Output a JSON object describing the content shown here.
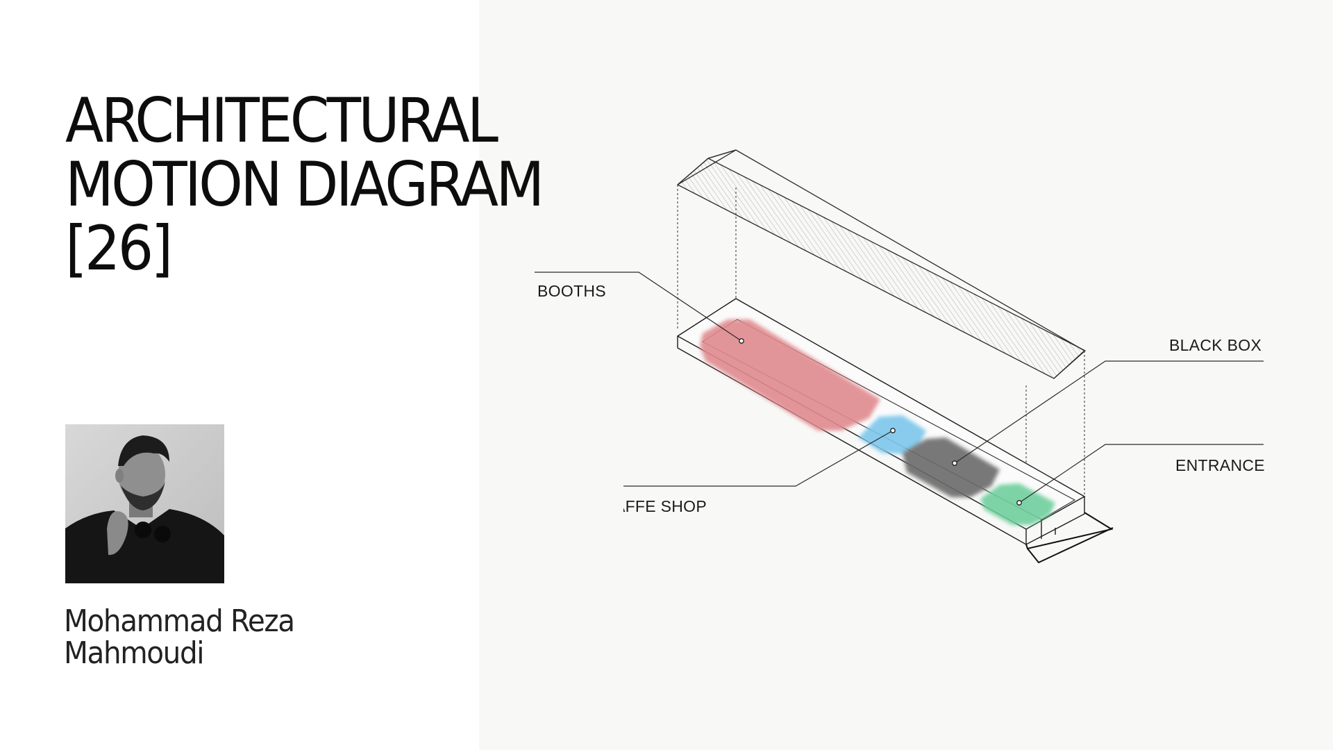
{
  "title": {
    "line1": "ARCHITECTURAL",
    "line2": "MOTION DIAGRAM",
    "line3": "[26]"
  },
  "author": {
    "line1": "Mohammad Reza",
    "line2": "Mahmoudi"
  },
  "diagram": {
    "labels": {
      "booths": "BOOTHS",
      "cafe_shop": "CAFFE SHOP",
      "black_box": "BLACK BOX",
      "entrance": "ENTRANCE"
    },
    "zone_colors": {
      "booths": "#e08a8e",
      "cafe_shop": "#7cc6ec",
      "black_box": "#6a6a6a",
      "entrance": "#6fcf9d"
    }
  }
}
